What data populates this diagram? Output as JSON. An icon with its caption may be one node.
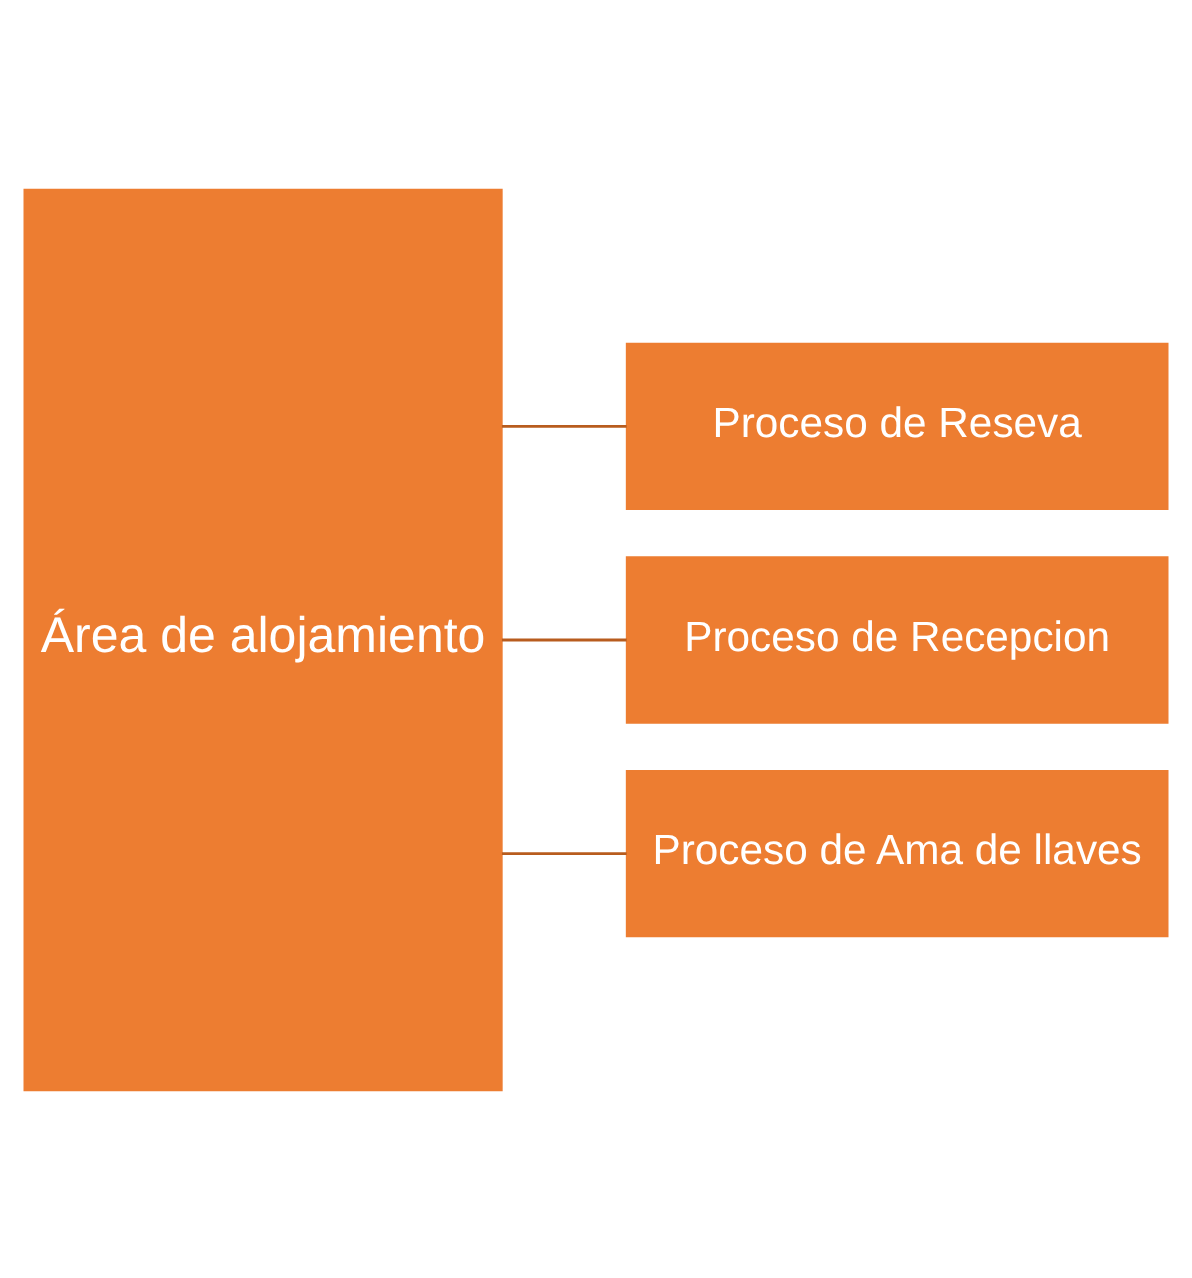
{
  "diagram": {
    "nodes": [
      {
        "text": [
          "Área de alojamiento"
        ]
      },
      {
        "text": [
          "Proceso de Reseva"
        ]
      },
      {
        "text": [
          "Proceso de Recepcion"
        ]
      },
      {
        "text": [
          "Proceso de Ama de llaves"
        ]
      }
    ],
    "edges": [
      {
        "from": 0,
        "to": 1,
        "arrow": "none"
      },
      {
        "from": 0,
        "to": 2,
        "arrow": "none"
      },
      {
        "from": 0,
        "to": 3,
        "arrow": "none"
      }
    ]
  }
}
